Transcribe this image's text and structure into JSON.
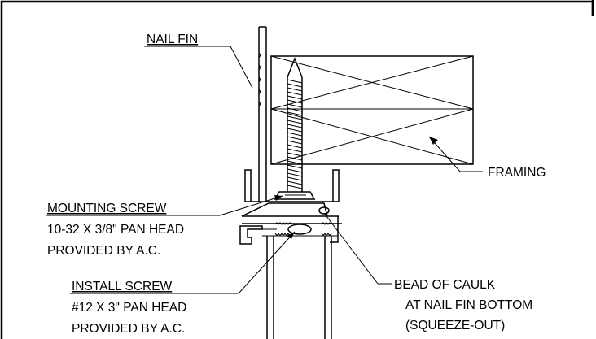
{
  "labels": {
    "nail_fin": "NAIL FIN",
    "framing": "FRAMING",
    "mounting_screw": {
      "title": "MOUNTING SCREW",
      "line1": "10-32 X 3/8\" PAN HEAD",
      "line2": "PROVIDED BY A.C."
    },
    "install_screw": {
      "title": "INSTALL SCREW",
      "line1": "#12 X 3\" PAN HEAD",
      "line2": "PROVIDED BY A.C."
    },
    "caulk": {
      "line1": "BEAD OF CAULK",
      "line2": "AT NAIL FIN BOTTOM",
      "line3": "(SQUEEZE-OUT)"
    }
  }
}
